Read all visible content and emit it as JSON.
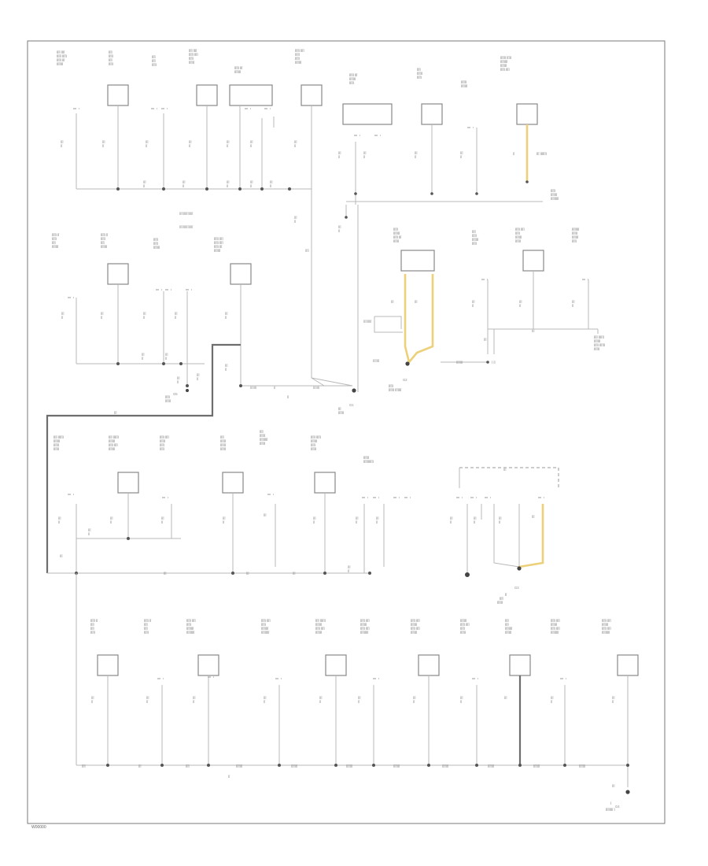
{
  "diagram": {
    "ground_labels": [
      "G1",
      "G2",
      "G3",
      "G4",
      "G5"
    ],
    "corner_code": "W00000"
  }
}
